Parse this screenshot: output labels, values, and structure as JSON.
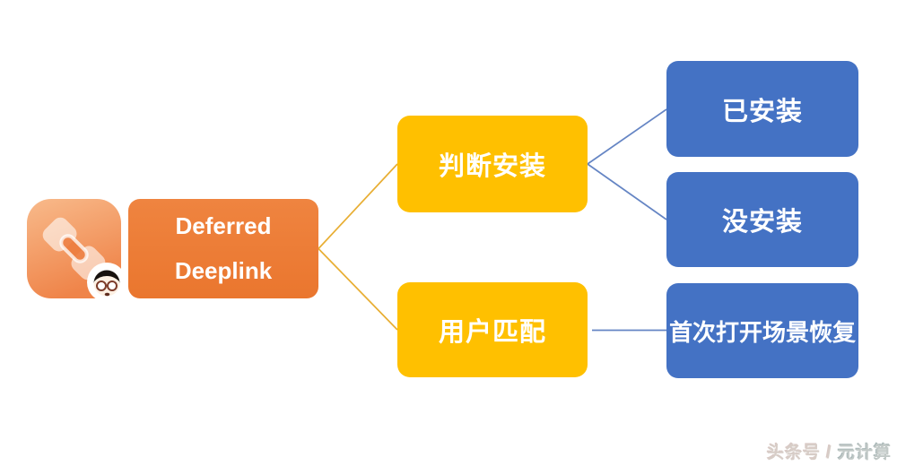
{
  "root_node": {
    "label_line1": "Deferred",
    "label_line2": "Deeplink",
    "color": "#ED7D31"
  },
  "app_icon": {
    "icon": "chain-link-icon",
    "mascot": "cartoon-face-icon",
    "gradient_top": "#F8B988",
    "gradient_bottom": "#EF854D"
  },
  "branches": [
    {
      "label": "判断安装",
      "color": "#FFC000",
      "children": [
        {
          "label": "已安装",
          "color": "#4472C4"
        },
        {
          "label": "没安装",
          "color": "#4472C4"
        }
      ]
    },
    {
      "label": "用户匹配",
      "color": "#FFC000",
      "children": [
        {
          "label": "首次打开场景恢复",
          "color": "#4472C4"
        }
      ]
    }
  ],
  "connectors": {
    "level1_color": "#E8AE33",
    "level2_color": "#6585C4"
  },
  "watermark": {
    "source": "头条号 /",
    "name": "元计算"
  }
}
